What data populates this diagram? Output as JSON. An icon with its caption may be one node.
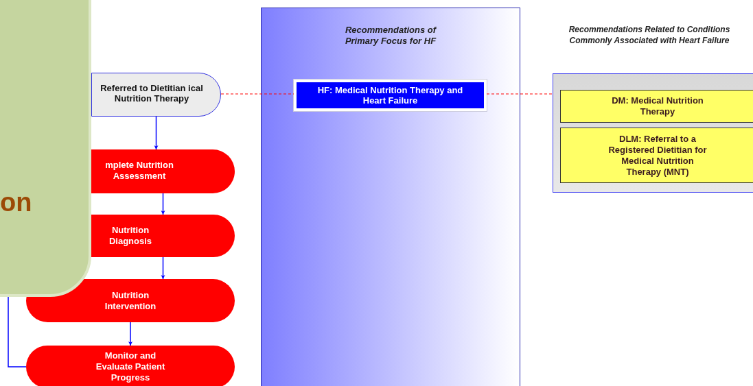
{
  "diagram": {
    "nodes": [
      {
        "text": [
          "on"
        ]
      },
      {
        "text": [
          "Referred to Dietitian ical Nutrition Therapy"
        ]
      },
      {
        "text": [
          "mplete Nutrition Assessment"
        ]
      },
      {
        "text": [
          "Nutrition Diagnosis"
        ]
      },
      {
        "text": [
          "Nutrition Intervention"
        ]
      },
      {
        "text": [
          "Monitor and Evaluate Patient Progress"
        ]
      },
      {
        "text": [
          "Recommendations of Primary Focus for HF"
        ]
      },
      {
        "text": [
          "HF: Medical Nutrition Therapy and Heart Failure"
        ],
        "in": 6
      },
      {
        "text": [
          "Recommendations Related to Conditions Commonly Associated with Heart Failure"
        ]
      },
      {
        "text": [
          "DM: Medical Nutrition Therapy"
        ],
        "in": 8
      },
      {
        "text": [
          "DLM: Referral to a Registered Dietitian for Medical Nutrition Therapy (MNT)"
        ],
        "in": 8
      }
    ],
    "edges": [
      {
        "from": 1,
        "to": 2,
        "arrow": "to"
      },
      {
        "from": 2,
        "to": 3,
        "arrow": "to"
      },
      {
        "from": 3,
        "to": 4,
        "arrow": "to"
      },
      {
        "from": 4,
        "to": 5,
        "arrow": "to"
      },
      {
        "from": 5,
        "to": 0,
        "arrow": "none"
      },
      {
        "from": 1,
        "to": 7,
        "arrow": "none",
        "style": "dashed",
        "color": "#ff0000"
      },
      {
        "from": 7,
        "to": 8,
        "arrow": "none",
        "style": "dashed",
        "color": "#ff0000"
      }
    ]
  }
}
